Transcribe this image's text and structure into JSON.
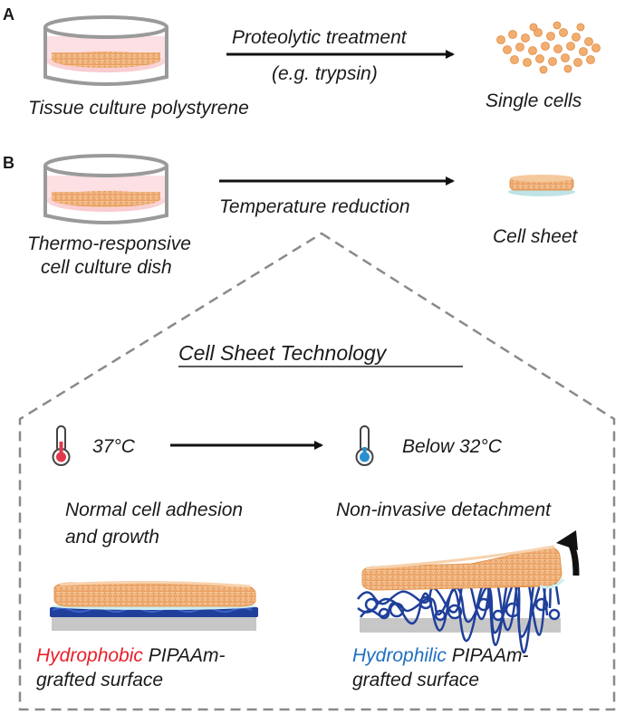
{
  "panels": {
    "a": {
      "label": "A",
      "arrow_text_line1": "Proteolytic treatment",
      "arrow_text_line2": "(e.g. trypsin)",
      "dish_caption": "Tissue culture polystyrene",
      "result_caption": "Single cells"
    },
    "b": {
      "label": "B",
      "arrow_text": "Temperature reduction",
      "dish_caption_line1": "Thermo-responsive",
      "dish_caption_line2": "cell culture dish",
      "result_caption": "Cell sheet"
    }
  },
  "technology": {
    "title": "Cell Sheet Technology",
    "temp_warm": "37°C",
    "temp_cool": "Below 32°C",
    "left_desc_line1": "Normal cell adhesion",
    "left_desc_line2": "and growth",
    "right_desc": "Non-invasive detachment",
    "left_surface_colored": "Hydrophobic",
    "left_surface_rest": " PIPAAm-",
    "left_surface_line2": "grafted surface",
    "right_surface_colored": "Hydrophilic",
    "right_surface_rest": " PIPAAm-",
    "right_surface_line2": "grafted surface"
  },
  "colors": {
    "hydrophobic": "#e8202a",
    "hydrophilic": "#1f6fbf",
    "polymer": "#1f3f9a",
    "cells": "#f0b27a",
    "dish_outline": "#9a9a9a",
    "dashed": "#8a8a8a"
  }
}
